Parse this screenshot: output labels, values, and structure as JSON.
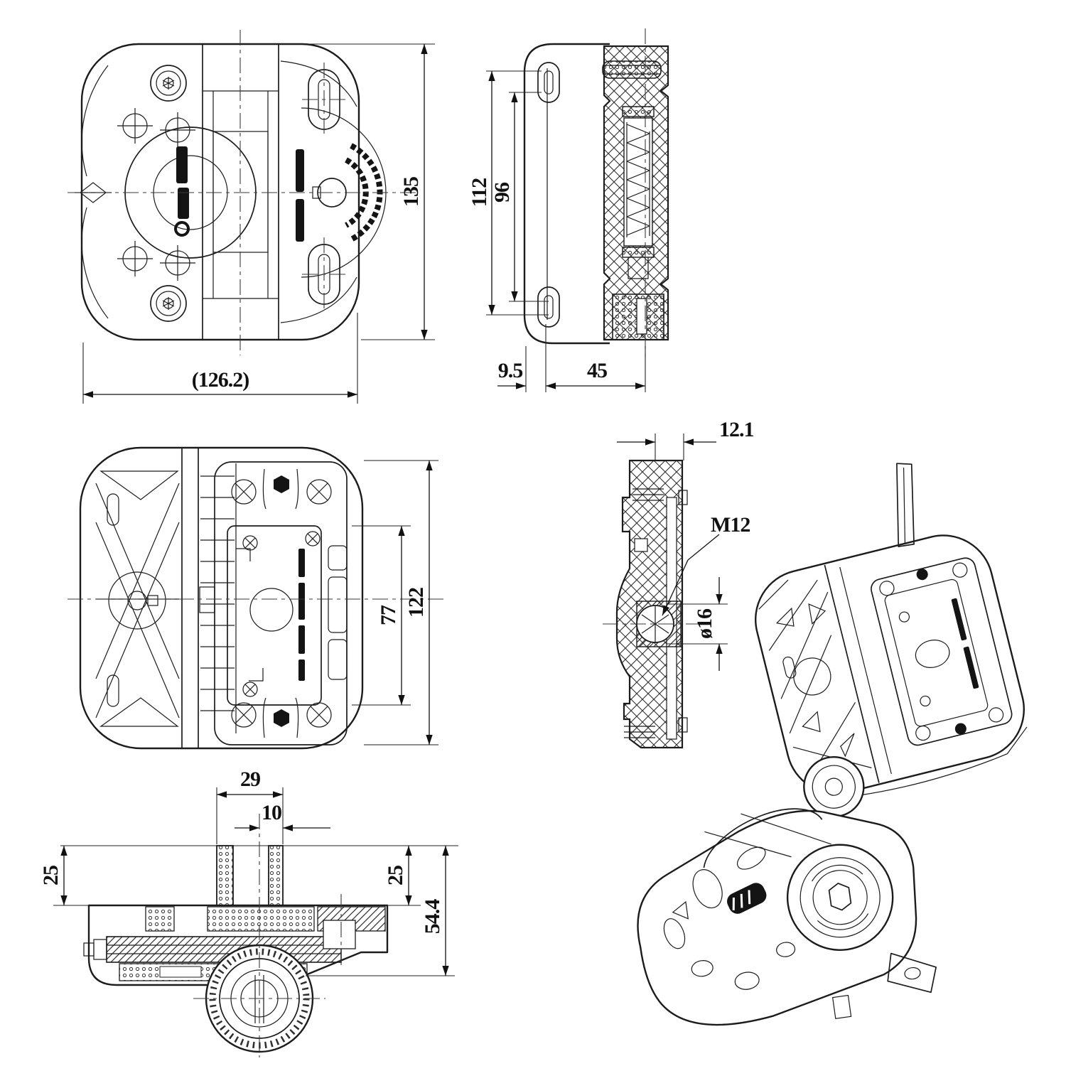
{
  "drawing": {
    "title": "latch-lock multi-view engineering drawing",
    "colors": {
      "line": "#1c1c1c",
      "background": "#ffffff",
      "dim_text": "#111111"
    },
    "dims": {
      "plan_height": "135",
      "plan_width": "(126.2)",
      "mount_span_outer": "112",
      "mount_span_inner": "96",
      "edge_offset": "9.5",
      "body_depth": "45",
      "plate_height": "77",
      "body_height": "122",
      "wall_thickness": "12.1",
      "thread": "M12",
      "bore": "ø16",
      "slot_span": "29",
      "slot_width": "10",
      "flange_left": "25",
      "flange_right": "25",
      "overall_height": "54.4"
    }
  }
}
